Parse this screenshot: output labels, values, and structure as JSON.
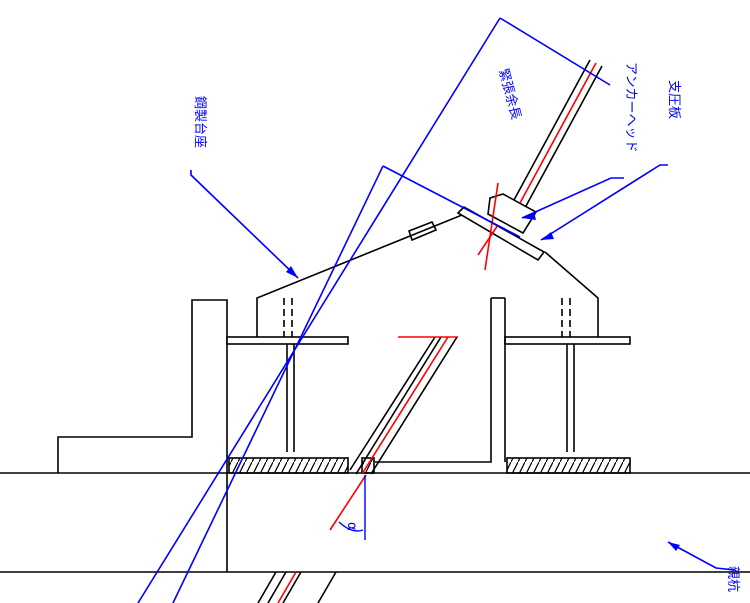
{
  "labels": {
    "bearing_plate": "支圧板",
    "anchor_head": "アンカーヘッド",
    "free_length": "緊張余長",
    "steel_pedestal": "鋼製台座",
    "parent_pile": "親杭",
    "angle_symbol": "α"
  },
  "colors": {
    "outline": "#000000",
    "annotation": "#0000ff",
    "tendon_core": "#ff0000",
    "background": "#ffffff"
  }
}
